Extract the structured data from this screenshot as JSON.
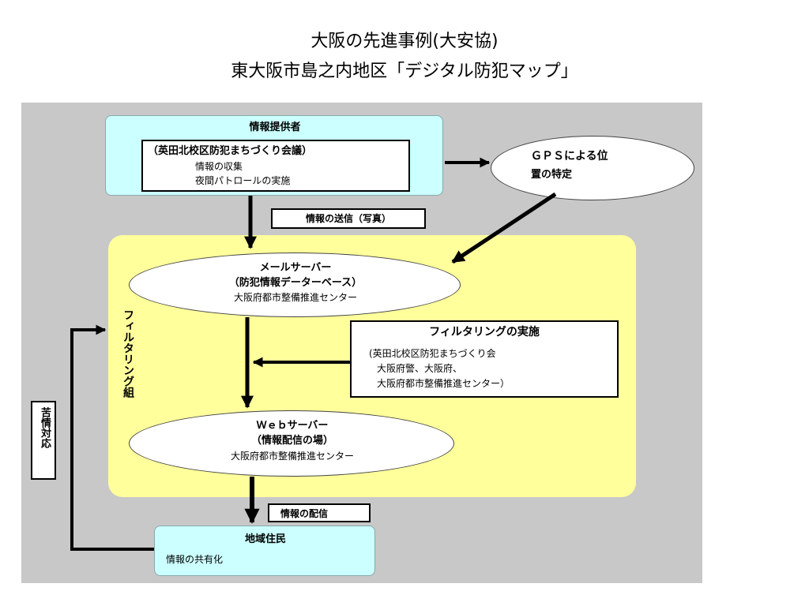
{
  "slide": {
    "title_line1": "大阪の先進事例(大安協)",
    "title_line2": "東大阪市島之内地区「デジタル防犯マップ」"
  },
  "diagram": {
    "provider": {
      "title": "情報提供者",
      "org": "（英田北校区防犯まちづくり会議）",
      "item1": "情報の収集",
      "item2": "夜間パトロールの実施"
    },
    "gps": {
      "line1": "ＧＰＳによる位",
      "line2": "置の特定"
    },
    "send_label": "情報の送信（写真）",
    "filtering_group_label": "フィルタリング組",
    "mail_server": {
      "title": "メールサーバー",
      "subtitle": "（防犯情報データーベース）",
      "operator": "大阪府都市整備推進センター"
    },
    "filtering": {
      "title": "フィルタリングの実施",
      "line1": "(英田北校区防犯まちづくり会",
      "line2": "大阪府警、大阪府、",
      "line3": "大阪府都市整備推進センター）"
    },
    "web_server": {
      "title": "Ｗｅｂサーバー",
      "subtitle": "（情報配信の場）",
      "operator": "大阪府都市整備推進センター"
    },
    "distribute_label": "情報の配信",
    "complaint_label": "苦情対応",
    "residents": {
      "title": "地域住民",
      "item": "情報の共有化"
    }
  }
}
